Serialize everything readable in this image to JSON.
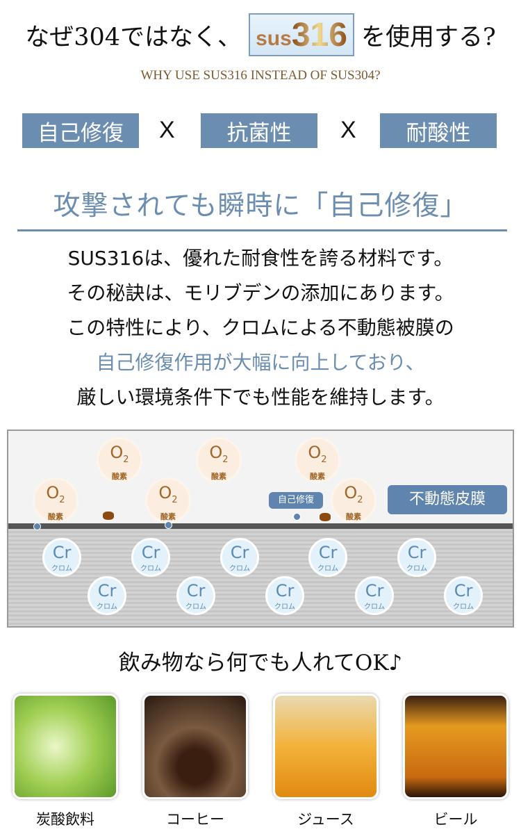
{
  "header": {
    "title_pre": "なぜ304ではなく、",
    "badge_prefix": "sus",
    "badge_number": "316",
    "title_post": "を使用する?",
    "subtitle": "WHY USE SUS316 INSTEAD OF SUS304?"
  },
  "features": {
    "items": [
      "自己修復",
      "抗菌性",
      "耐酸性"
    ],
    "separator": "X"
  },
  "headline": "攻撃されても瞬時に「自己修復」",
  "paragraph": [
    "SUS316は、優れた耐食性を誇る材料です。",
    "その秘訣は、モリブデンの添加にあります。",
    "この特性により、クロムによる不動態被膜の",
    "自己修復作用が大幅に向上しており、",
    "厳しい環境条件下でも性能を維持します。"
  ],
  "diagram": {
    "oxygen_formula": "O",
    "oxygen_sub": "2",
    "oxygen_label": "酸素",
    "chromium_formula": "Cr",
    "chromium_label": "クロム",
    "repair_label": "自己修復",
    "film_label": "不動態皮膜"
  },
  "drinks": {
    "heading": "飲み物なら何でも人れてOK♪",
    "items": [
      "炭酸飲料",
      "コーヒー",
      "ジュース",
      "ビール"
    ]
  },
  "colors": {
    "accent": "#6b8db0",
    "brown": "#7a5a30"
  }
}
